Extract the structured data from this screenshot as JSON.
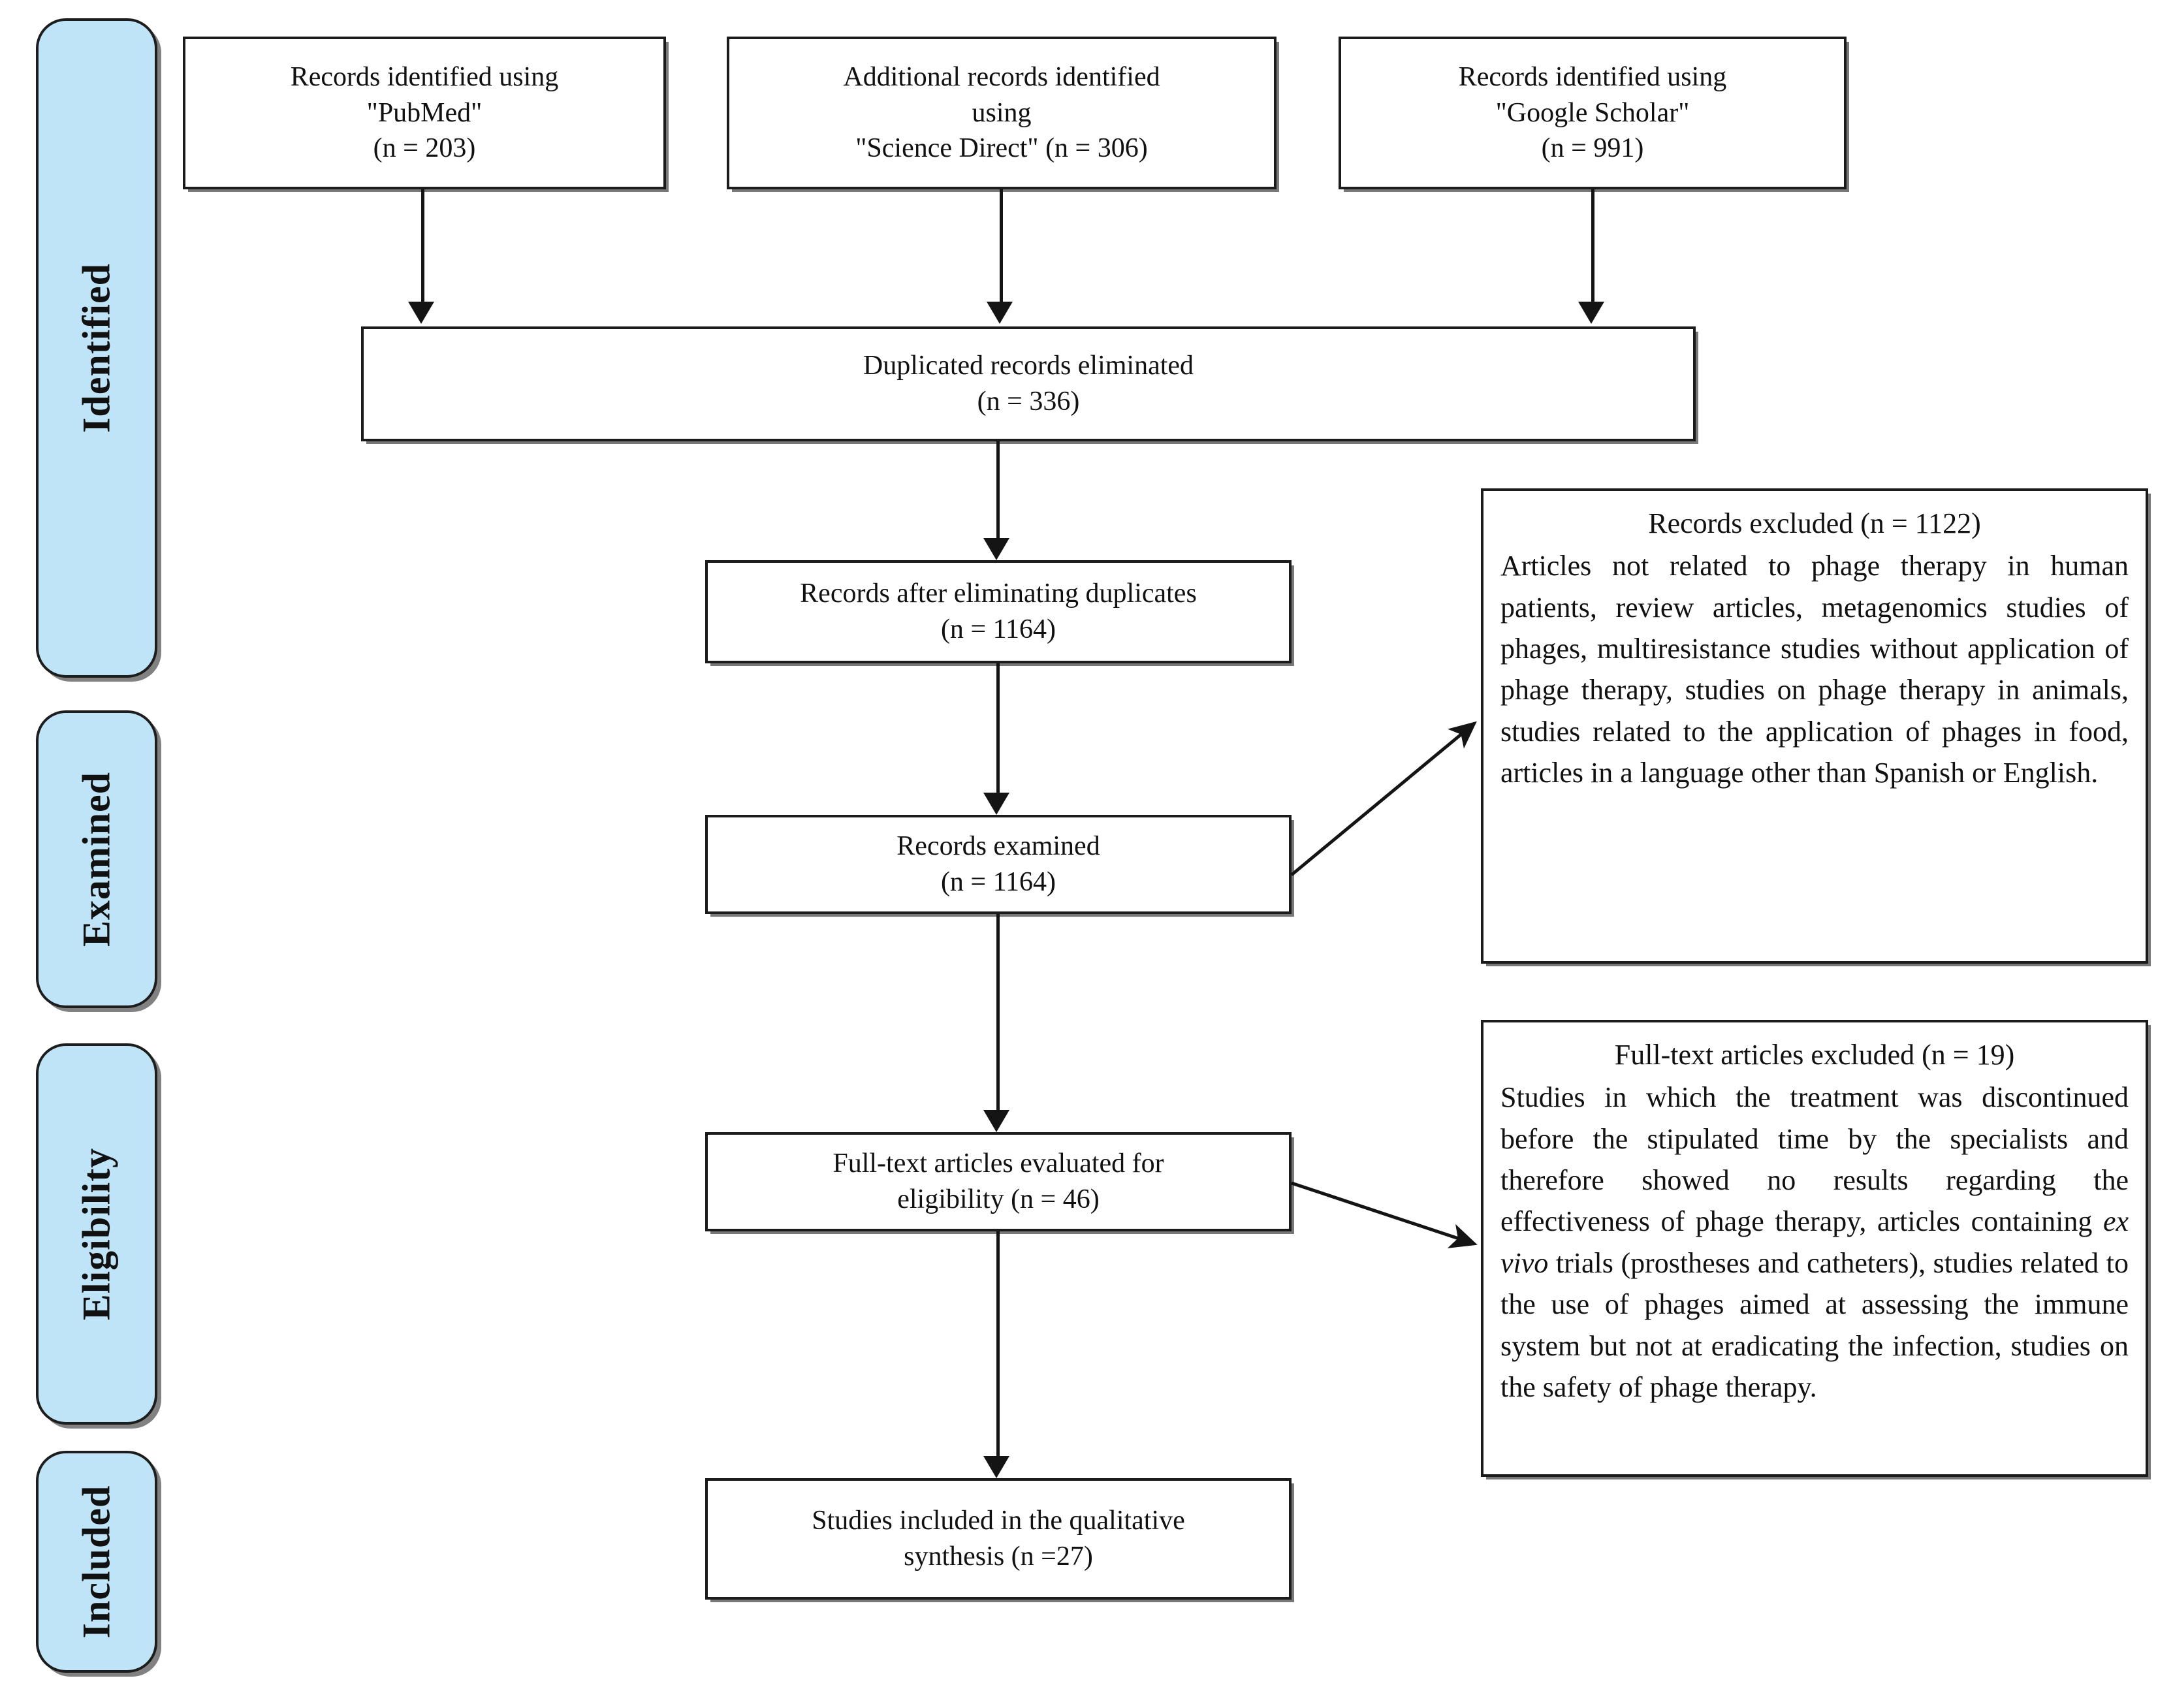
{
  "diagram": {
    "type": "prisma-flow-diagram",
    "stages": [
      {
        "id": "identified",
        "label": "Identified"
      },
      {
        "id": "examined",
        "label": "Examined"
      },
      {
        "id": "eligibility",
        "label": "Eligibility"
      },
      {
        "id": "included",
        "label": "Included"
      }
    ],
    "sources": [
      {
        "id": "pubmed",
        "line1": "Records identified using",
        "line2": "\"PubMed\"",
        "line3": "(n = 203)",
        "n": 203
      },
      {
        "id": "science-direct",
        "line1": "Additional records identified",
        "line2": "using",
        "line3": "\"Science Direct\" (n = 306)",
        "n": 306
      },
      {
        "id": "google-scholar",
        "line1": "Records identified using",
        "line2": "\"Google Scholar\"",
        "line3": "(n = 991)",
        "n": 991
      }
    ],
    "duplicates": {
      "line1": "Duplicated records eliminated",
      "line2": "(n = 336)",
      "n": 336
    },
    "after_duplicates": {
      "line1": "Records after eliminating duplicates",
      "line2": "(n = 1164)",
      "n": 1164
    },
    "examined": {
      "line1": "Records examined",
      "line2": "(n = 1164)",
      "n": 1164
    },
    "fulltext_eval": {
      "line1": "Full-text articles evaluated for",
      "line2": "eligibility (n = 46)",
      "n": 46
    },
    "included": {
      "line1": "Studies included in the qualitative",
      "line2": "synthesis (n =27)",
      "n": 27
    },
    "excluded_records": {
      "header": "Records excluded (n = 1122)",
      "n": 1122,
      "body_part1": "Articles not related to phage therapy in human patients, review articles, metagenomics studies of phages, multiresistance studies without application of phage therapy, studies on phage therapy in animals, studies related to the application of phages in food, articles in a language other than Spanish or English."
    },
    "excluded_fulltext": {
      "header": "Full-text articles excluded (n = 19)",
      "n": 19,
      "body_part1": "Studies in which the treatment was discontinued before the stipulated time by the specialists and therefore showed no results regarding the effectiveness of phage therapy, articles containing ",
      "italic": "ex vivo",
      "body_part2": " trials (prostheses and catheters), studies related to the use of phages aimed at assessing the immune system but not at eradicating the infection, studies on the safety of phage therapy."
    },
    "colors": {
      "stage_fill": "#bfe3f7",
      "stage_border": "#1d1d1d",
      "box_border": "#1b1b1b",
      "connector": "#141414",
      "background": "#ffffff"
    }
  }
}
